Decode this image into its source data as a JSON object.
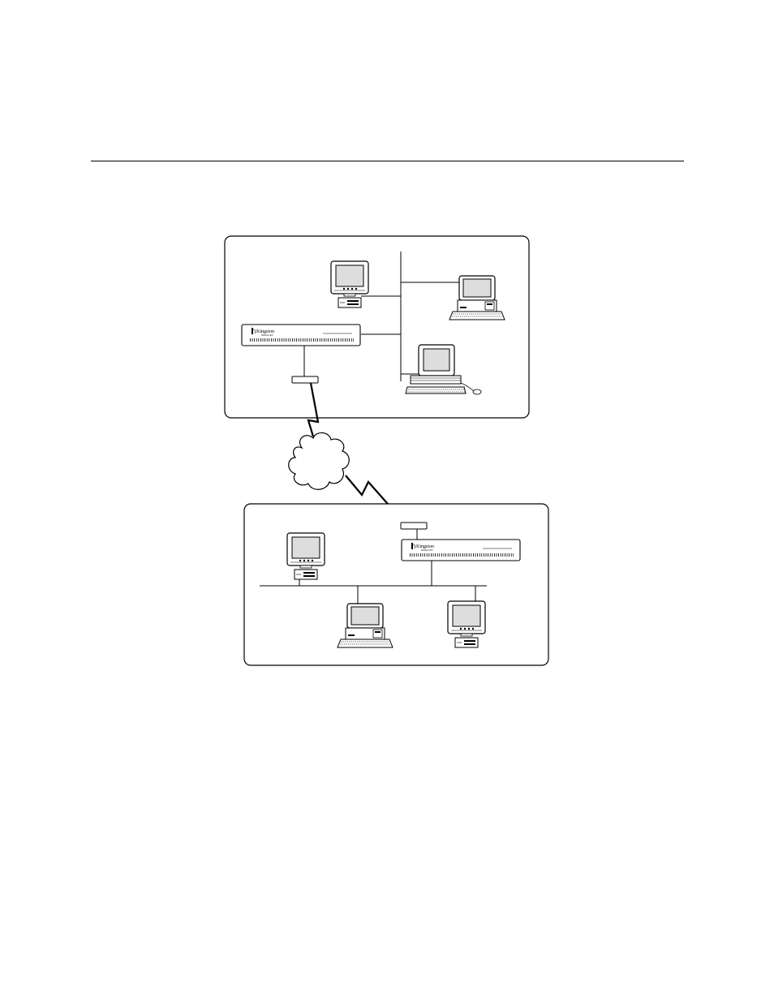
{
  "header": {
    "rule": true
  },
  "diagram": {
    "router_brand": "Kingston",
    "router_model": "Network Hub",
    "sites": [
      {
        "id": "site-a",
        "devices": [
          "desktop-tower-monitor",
          "laptop-workstation",
          "flat-desktop-workstation",
          "router",
          "modem"
        ]
      },
      {
        "id": "site-b",
        "devices": [
          "desktop-tower-monitor",
          "laptop-workstation",
          "desktop-tower-monitor",
          "router",
          "modem"
        ]
      }
    ],
    "wan": {
      "icon": "cloud-icon",
      "links": [
        "lightning-link-upper",
        "lightning-link-lower"
      ]
    }
  }
}
